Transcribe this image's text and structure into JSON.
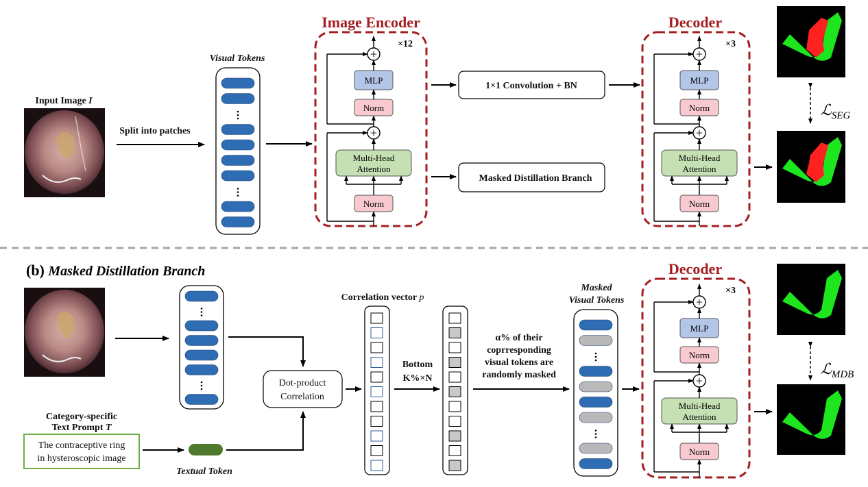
{
  "panel_a": {
    "input_label": "Input Image",
    "input_symbol": "I",
    "split_label": "Split into patches",
    "visual_tokens_label": "Visual Tokens",
    "encoder": {
      "title": "Image Encoder",
      "repeat": "×12",
      "mlp": "MLP",
      "norm": "Norm",
      "mha_line1": "Multi-Head",
      "mha_line2": "Attention",
      "plus": "+"
    },
    "conv_label": "1×1 Convolution + BN",
    "mdb_box_label": "Masked Distillation Branch",
    "decoder": {
      "title": "Decoder",
      "repeat": "×3",
      "mlp": "MLP",
      "norm": "Norm",
      "mha_line1": "Multi-Head",
      "mha_line2": "Attention",
      "plus": "+"
    },
    "loss_label": "ℒ",
    "loss_sub": "SEG"
  },
  "panel_b": {
    "letter": "(b)",
    "title": "Masked Distillation Branch",
    "dot_line1": "Dot-product",
    "dot_line2": "Correlation",
    "corr_label": "Correlation vector",
    "corr_symbol": "p",
    "bottom_line1": "Bottom",
    "bottom_line2": "K%×N",
    "mask_line1": "α% of their",
    "mask_line2": "coprresponding",
    "mask_line3": "visual tokens are",
    "mask_line4": "randomly masked",
    "masked_tokens_line1": "Masked",
    "masked_tokens_line2": "Visual Tokens",
    "text_prompt_line1": "Category-specific",
    "text_prompt_line2": "Text Prompt",
    "text_prompt_symbol": "T",
    "prompt_line1": "The contraceptive ring",
    "prompt_line2": "in hysteroscopic image",
    "textual_token_label": "Textual Token",
    "decoder": {
      "title": "Decoder",
      "repeat": "×3",
      "mlp": "MLP",
      "norm": "Norm",
      "mha_line1": "Multi-Head",
      "mha_line2": "Attention",
      "plus": "+"
    },
    "loss_label": "ℒ",
    "loss_sub": "MDB"
  },
  "colors": {
    "token_blue": "#2e6db4",
    "token_gray": "#b9b9b9",
    "textual_green": "#4e7a2e",
    "dashed_red": "#a51d21",
    "mlp_fill": "#b4c6e7",
    "norm_fill": "#f8c9cf",
    "mha_fill": "#c5e0b3",
    "mask_green": "#1ee61e",
    "mask_red": "#ff2020",
    "prompt_border": "#70ad47"
  }
}
